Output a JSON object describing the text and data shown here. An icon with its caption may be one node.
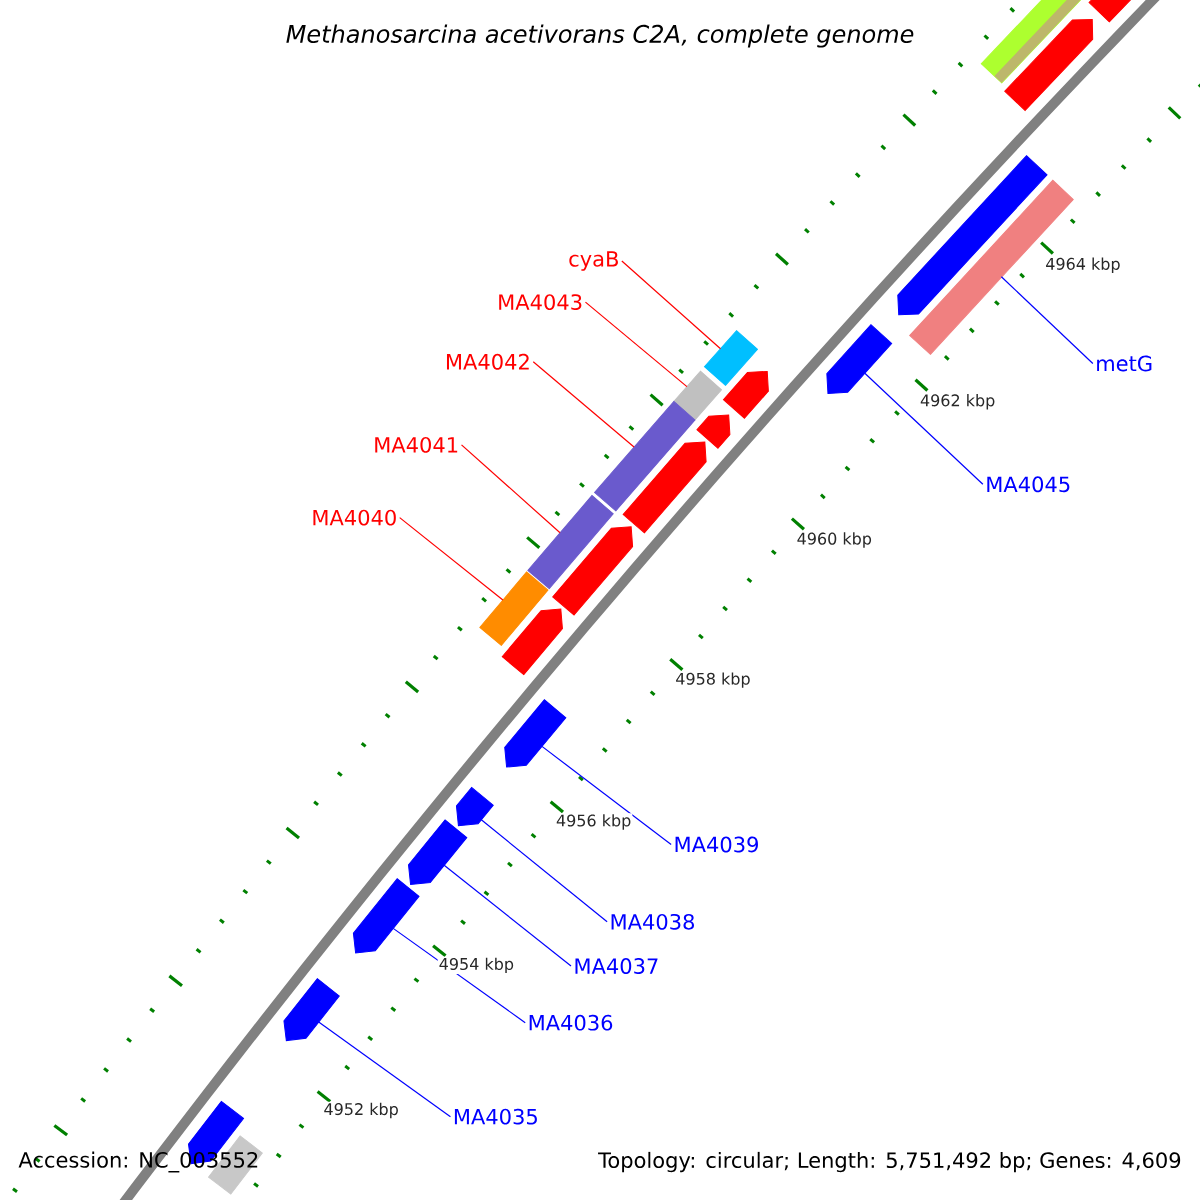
{
  "diagram": {
    "title": "Methanosarcina acetivorans C2A, complete genome",
    "nodes": [
      {
        "text": [
          "cyaB"
        ]
      },
      {
        "text": [],
        "shape": "bar"
      },
      {
        "text": [
          "MA4043"
        ]
      },
      {
        "text": [],
        "shape": "bar"
      },
      {
        "text": [
          "metG"
        ]
      },
      {
        "text": [],
        "shape": "bar"
      },
      {
        "text": [
          "MA4042"
        ]
      },
      {
        "text": [],
        "shape": "bar"
      },
      {
        "text": [
          "MA4041"
        ]
      },
      {
        "text": [],
        "shape": "bar"
      },
      {
        "text": [
          "MA4045"
        ]
      },
      {
        "text": [],
        "shape": "pentagon"
      },
      {
        "text": [
          "MA4040"
        ]
      },
      {
        "text": [],
        "shape": "bar"
      },
      {
        "text": [
          "MA4039"
        ]
      },
      {
        "text": [],
        "shape": "pentagon"
      },
      {
        "text": [
          "MA4038"
        ]
      },
      {
        "text": [],
        "shape": "pentagon"
      },
      {
        "text": [
          "MA4037"
        ]
      },
      {
        "text": [],
        "shape": "pentagon"
      },
      {
        "text": [
          "MA4036"
        ]
      },
      {
        "text": [],
        "shape": "pentagon"
      },
      {
        "text": [
          "MA4035"
        ]
      },
      {
        "text": [],
        "shape": "pentagon"
      },
      {
        "text": [],
        "shape": "pentagon"
      },
      {
        "text": [],
        "shape": "bar"
      },
      {
        "text": [],
        "shape": "pentagon"
      },
      {
        "text": [],
        "shape": "pentagon"
      },
      {
        "text": [],
        "shape": "pentagon"
      },
      {
        "text": [],
        "shape": "pentagon"
      },
      {
        "text": [],
        "shape": "pentagon"
      },
      {
        "text": [],
        "shape": "pentagon"
      },
      {
        "text": [],
        "shape": "pentagon"
      },
      {
        "text": [],
        "shape": "pentagon"
      },
      {
        "text": [],
        "shape": "bar"
      }
    ],
    "edges": [
      {
        "from": 0,
        "to": 1,
        "arrow": "none",
        "color": "#ff0000"
      },
      {
        "from": 2,
        "to": 3,
        "arrow": "none",
        "color": "#ff0000"
      },
      {
        "from": 4,
        "to": 5,
        "arrow": "none"
      },
      {
        "from": 6,
        "to": 7,
        "arrow": "none",
        "color": "#ff0000"
      },
      {
        "from": 8,
        "to": 9,
        "arrow": "none",
        "color": "#ff0000"
      },
      {
        "from": 10,
        "to": 11,
        "arrow": "none"
      },
      {
        "from": 12,
        "to": 13,
        "arrow": "none",
        "color": "#ff0000"
      },
      {
        "from": 14,
        "to": 15,
        "arrow": "none"
      },
      {
        "from": 16,
        "to": 17,
        "arrow": "none"
      },
      {
        "from": 18,
        "to": 19,
        "arrow": "none"
      },
      {
        "from": 20,
        "to": 21,
        "arrow": "none"
      },
      {
        "from": 22,
        "to": 23,
        "arrow": "none"
      }
    ],
    "labels": [
      "4964 kbp",
      "4962 kbp",
      "4960 kbp",
      "4958 kbp",
      "4956 kbp",
      "4954 kbp",
      "4952 kbp",
      "Accession: NC_003552",
      "Topology: circular; Length: 5,751,492 bp; Genes: 4,609"
    ]
  }
}
